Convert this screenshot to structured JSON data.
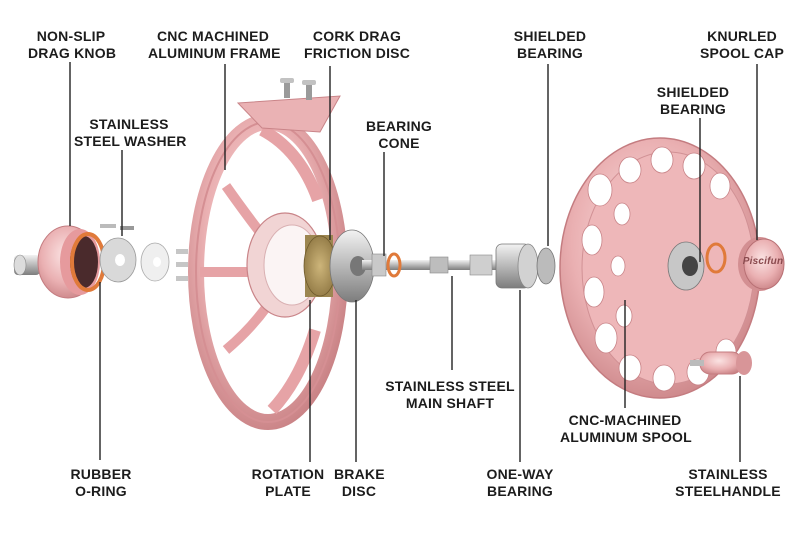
{
  "labels": {
    "drag_knob": "NON-SLIP\nDRAG KNOB",
    "frame": "CNC MACHINED\nALUMINUM FRAME",
    "cork_disc": "CORK DRAG\nFRICTION DISC",
    "shielded_bearing_top": "SHIELDED\nBEARING",
    "spool_cap": "KNURLED\nSPOOL CAP",
    "washer": "STAINLESS\nSTEEL WASHER",
    "bearing_cone": "BEARING\nCONE",
    "shielded_bearing_right": "SHIELDED\nBEARING",
    "main_shaft": "STAINLESS STEEL\nMAIN SHAFT",
    "spool": "CNC-MACHINED\nALUMINUM SPOOL",
    "o_ring": "RUBBER\nO-RING",
    "rotation_plate": "ROTATION\nPLATE",
    "brake_disc": "BRAKE\nDISC",
    "one_way_bearing": "ONE-WAY\nBEARING",
    "handle": "STAINLESS\nSTEELHANDLE"
  },
  "brand_text": "Piscifun",
  "colors": {
    "pink": "#e8a6a8",
    "pink_dark": "#c97d80",
    "pink_light": "#f6d3d3",
    "steel": "#c9c9c9",
    "steel_dark": "#8a8a8a",
    "cork": "#b39a60",
    "orange_ring": "#e07a3a",
    "line": "#222222"
  }
}
